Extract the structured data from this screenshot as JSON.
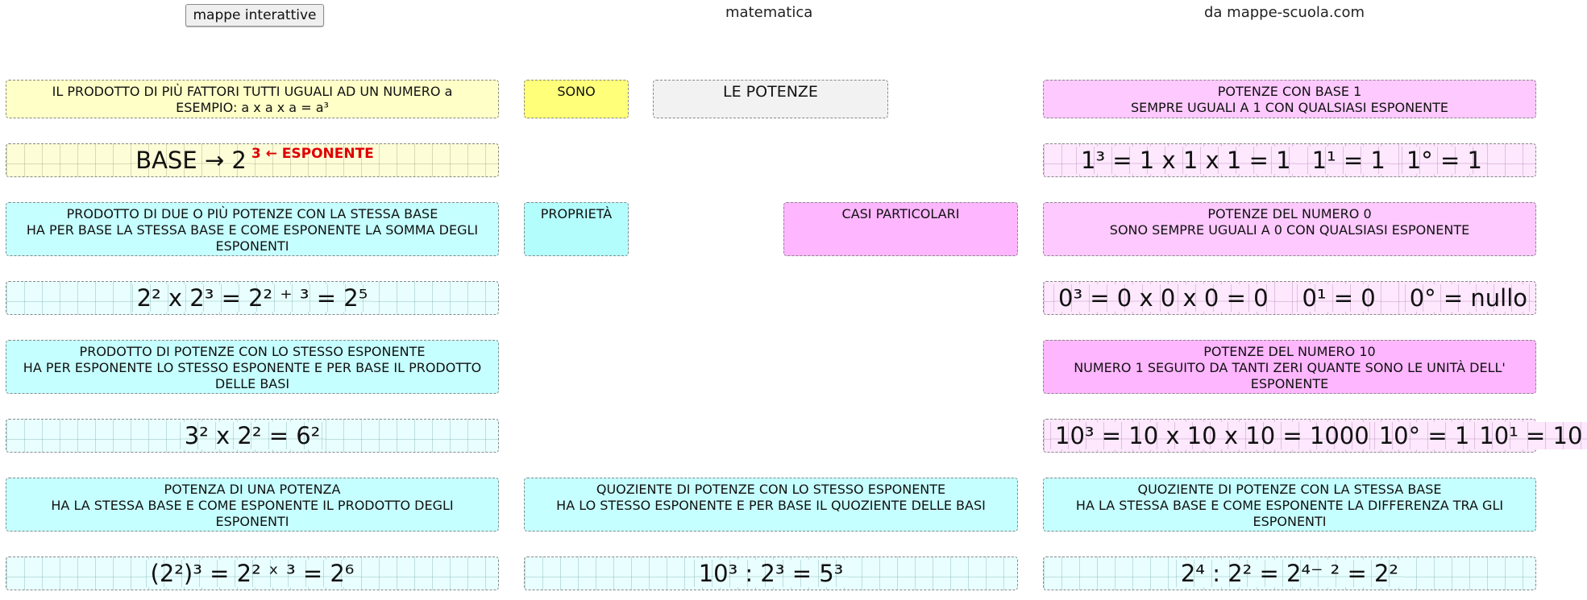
{
  "header": {
    "button_label": "mappe interattive",
    "subject": "matematica",
    "source": "da mappe-scuola.com"
  },
  "center": {
    "sono": "SONO",
    "title": "LE POTENZE",
    "proprieta": "PROPRIETÀ",
    "casi_particolari": "CASI PARTICOLARI"
  },
  "definition": {
    "line1": "IL PRODOTTO DI PIÙ FATTORI TUTTI UGUALI AD UN NUMERO a",
    "line2": "ESEMPIO: a x a x a = a³",
    "base_text": "BASE → 2",
    "exponent_text": "3 ← ESPONENTE"
  },
  "properties": {
    "same_base": {
      "title": "PRODOTTO DI DUE O PIÙ POTENZE CON LA STESSA BASE",
      "text": "HA PER BASE LA STESSA BASE E COME ESPONENTE LA SOMMA DEGLI ESPONENTI",
      "formula": "2² x 2³ = 2² ⁺ ³ = 2⁵"
    },
    "same_exponent": {
      "title": "PRODOTTO DI POTENZE CON LO STESSO ESPONENTE",
      "text": "HA PER ESPONENTE LO STESSO ESPONENTE E PER BASE IL PRODOTTO DELLE BASI",
      "formula": "3² x 2² = 6²"
    },
    "power_of_power": {
      "title": "POTENZA DI UNA POTENZA",
      "text": "HA LA STESSA BASE E COME ESPONENTE IL PRODOTTO DEGLI ESPONENTI",
      "formula": "(2²)³ = 2² ˣ ³ = 2⁶"
    },
    "quotient_same_exponent": {
      "title": "QUOZIENTE DI POTENZE CON LO STESSO ESPONENTE",
      "text": "HA LO STESSO ESPONENTE E PER BASE IL QUOZIENTE DELLE BASI",
      "formula": "10³ : 2³ = 5³"
    },
    "quotient_same_base": {
      "title": "QUOZIENTE DI POTENZE CON LA STESSA BASE",
      "text": "HA LA STESSA BASE E COME ESPONENTE LA DIFFERENZA TRA GLI ESPONENTI",
      "formula": "2⁴ : 2² = 2⁴⁻ ² = 2²"
    }
  },
  "special_cases": {
    "base_one": {
      "title": "POTENZE CON BASE 1",
      "text": "SEMPRE UGUALI A 1 CON QUALSIASI ESPONENTE",
      "formulas": [
        "1³ = 1 x 1 x 1 = 1",
        "1¹ = 1",
        "1° = 1"
      ]
    },
    "zero": {
      "title": "POTENZE DEL NUMERO 0",
      "text": "SONO SEMPRE UGUALI A 0 CON QUALSIASI ESPONENTE",
      "formulas": [
        "0³ = 0 x 0 x 0 = 0",
        "0¹ = 0",
        "0° = nullo"
      ]
    },
    "ten": {
      "title": "POTENZE DEL NUMERO 10",
      "text": "NUMERO 1 SEGUITO DA TANTI ZERI QUANTE SONO LE UNITÀ DELL' ESPONENTE",
      "formulas": [
        "10³ = 10 x 10 x 10 = 1000",
        "10° = 1",
        "10¹ = 10"
      ]
    }
  },
  "colors": {
    "yellow": "#ffffc8",
    "yellow_strong": "#ffff7a",
    "cyan": "#c6ffff",
    "pink": "#fec9fe",
    "pink_strong": "#feb6fe",
    "exponent_red": "#e00000"
  }
}
